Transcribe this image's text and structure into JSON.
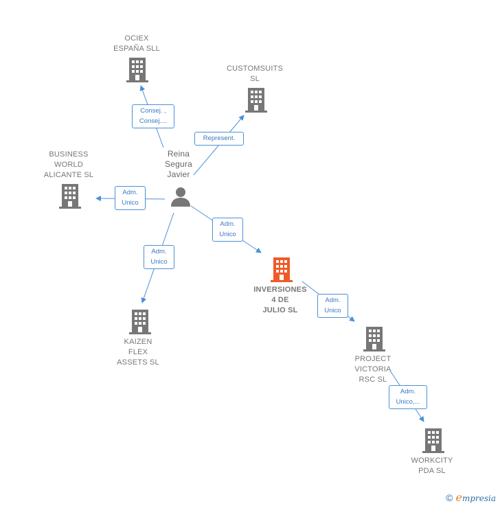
{
  "nodes": {
    "person": {
      "label": "Reina\nSegura\nJavier",
      "icon": "person-icon"
    },
    "ociex": {
      "label": "OCIEX\nESPAÑA SLL",
      "icon": "building-icon"
    },
    "customsuits": {
      "label": "CUSTOMSUITS\nSL",
      "icon": "building-icon"
    },
    "business_world": {
      "label": "BUSINESS\nWORLD\nALICANTE SL",
      "icon": "building-icon"
    },
    "kaizen": {
      "label": "KAIZEN\nFLEX\nASSETS SL",
      "icon": "building-icon"
    },
    "inversiones": {
      "label": "INVERSIONES\n4 DE\nJULIO SL",
      "icon": "building-icon",
      "color": "#f05a28"
    },
    "project_victoria": {
      "label": "PROJECT\nVICTORIA\nRSC SL",
      "icon": "building-icon"
    },
    "workcity": {
      "label": "WORKCITY\nPDA SL",
      "icon": "building-icon"
    }
  },
  "edges": {
    "ociex": "Consej. ,\nConsej....",
    "customsuits": "Represent.",
    "business_world": "Adm.\nUnico",
    "inversiones": "Adm.\nUnico",
    "kaizen": "Adm.\nUnico",
    "project_victoria": "Adm.\nUnico",
    "workcity": "Adm.\nUnico,..."
  },
  "colors": {
    "building": "#777777",
    "highlight": "#f05a28",
    "edge": "#4a90d9"
  },
  "footer": {
    "copyright": "©",
    "brand_initial": "e",
    "brand_rest": "mpresia"
  }
}
